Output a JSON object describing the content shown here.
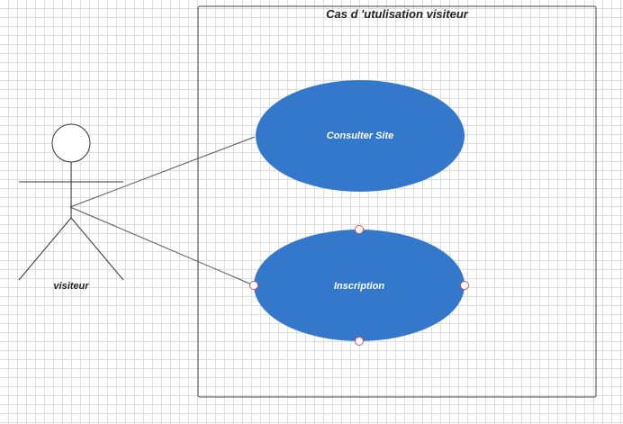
{
  "diagram": {
    "system_boundary": {
      "title": "Cas d 'utulisation  visiteur"
    },
    "actor": {
      "name": "visiteur"
    },
    "use_cases": [
      {
        "label": "Consulter  Site",
        "selected": false
      },
      {
        "label": "Inscription",
        "selected": true
      }
    ],
    "colors": {
      "use_case_fill": "#3478cc",
      "boundary_stroke": "#444444",
      "line_stroke": "#555555",
      "selection_handle": "#e0505a"
    }
  }
}
